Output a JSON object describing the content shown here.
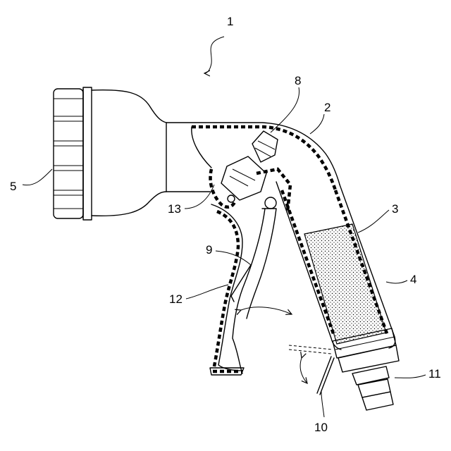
{
  "figure": {
    "reference_numerals": [
      {
        "id": "assembly",
        "text": "1"
      },
      {
        "id": "housing",
        "text": "2"
      },
      {
        "id": "filter",
        "text": "3"
      },
      {
        "id": "grip-tube",
        "text": "4"
      },
      {
        "id": "nozzle-head",
        "text": "5"
      },
      {
        "id": "valve",
        "text": "8"
      },
      {
        "id": "trigger",
        "text": "9"
      },
      {
        "id": "lever",
        "text": "10"
      },
      {
        "id": "connector",
        "text": "11"
      },
      {
        "id": "handle-cover",
        "text": "12"
      },
      {
        "id": "valve-seat",
        "text": "13"
      }
    ]
  }
}
